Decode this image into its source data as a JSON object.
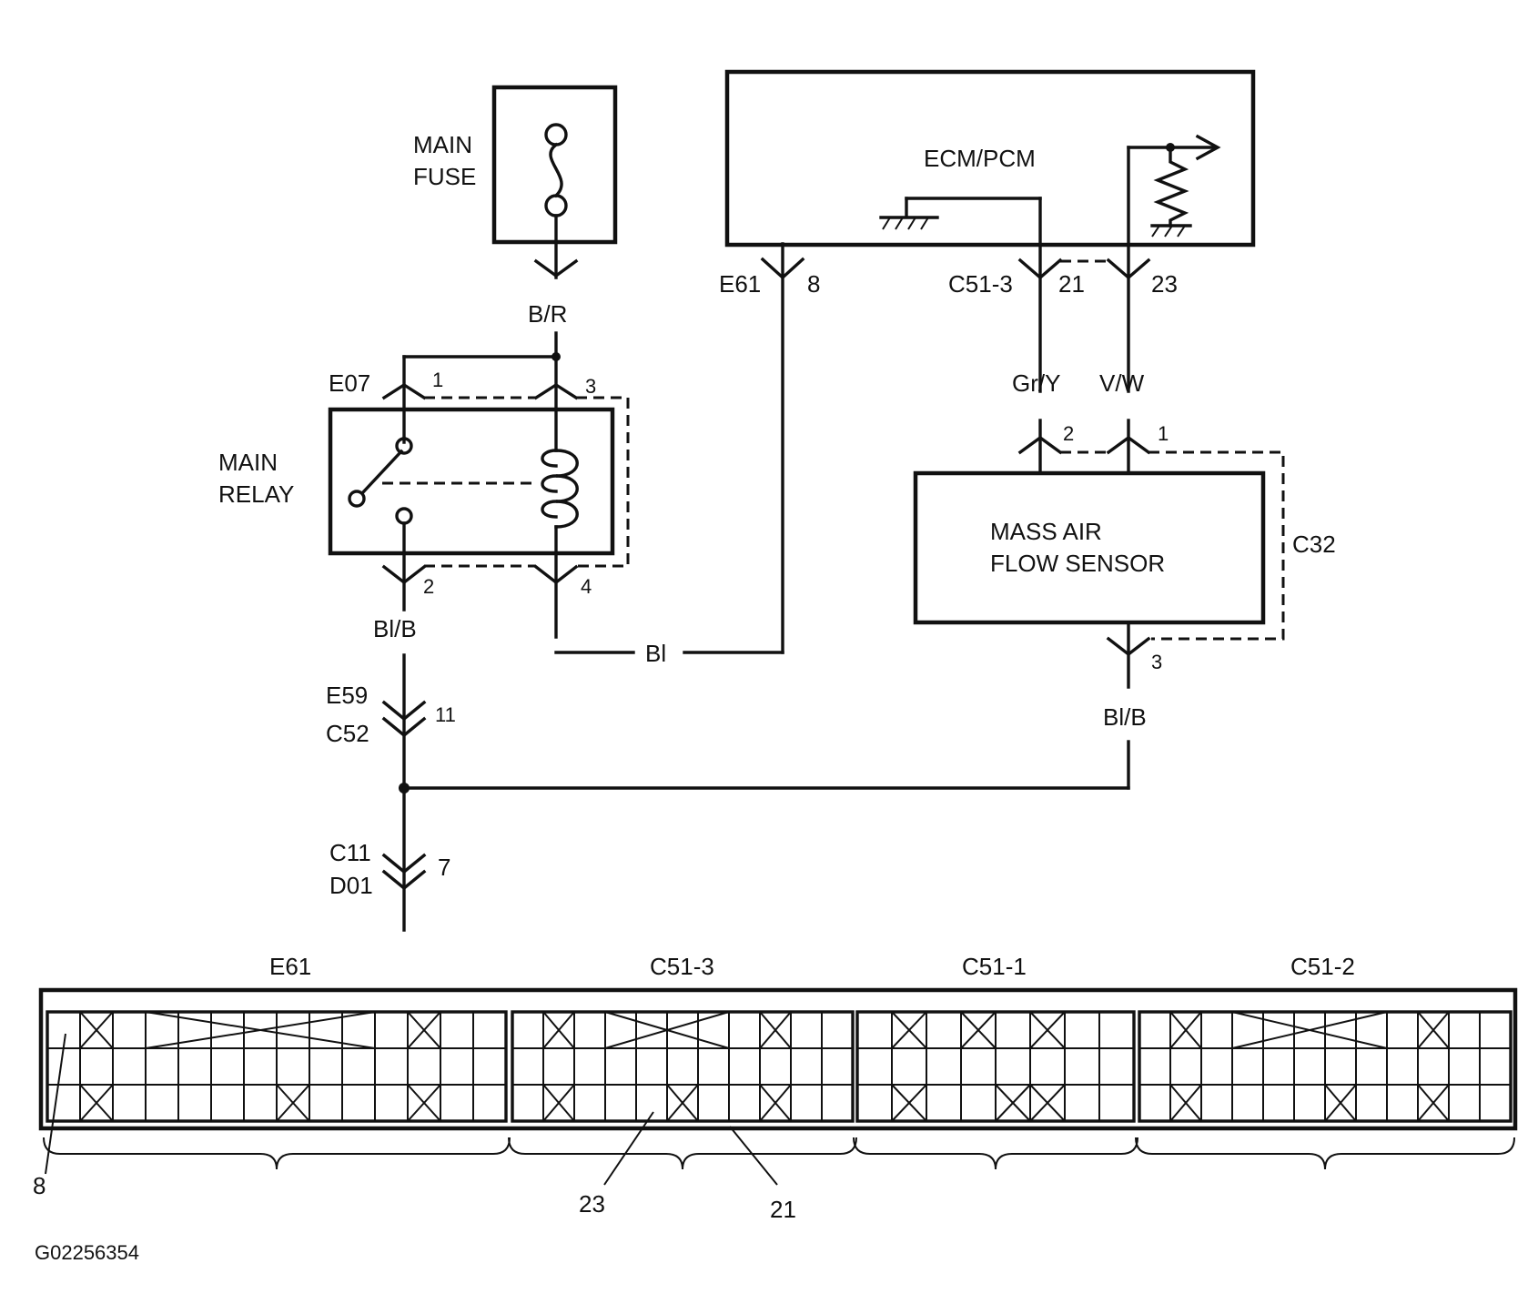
{
  "components": {
    "main_fuse": [
      "MAIN",
      "FUSE"
    ],
    "main_relay": [
      "MAIN",
      "RELAY"
    ],
    "ecm": "ECM/PCM",
    "maf": [
      "MASS AIR",
      "FLOW SENSOR"
    ]
  },
  "wires": {
    "br": "B/R",
    "bl_b_left": "Bl/B",
    "bl": "Bl",
    "gr_y": "Gr/Y",
    "v_w": "V/W",
    "bl_b_right": "Bl/B"
  },
  "connectors": {
    "e07": "E07",
    "e61": "E61",
    "c51_3": "C51-3",
    "c32": "C32",
    "e59": "E59",
    "c52": "C52",
    "c11": "C11",
    "d01": "D01"
  },
  "pins": {
    "relay_1": "1",
    "relay_3": "3",
    "relay_2": "2",
    "relay_4": "4",
    "ecm_8": "8",
    "ecm_21": "21",
    "ecm_23": "23",
    "maf_2": "2",
    "maf_1": "1",
    "maf_3": "3",
    "e59_11": "11",
    "c11_7": "7"
  },
  "connector_face": {
    "labels": [
      "E61",
      "C51-3",
      "C51-1",
      "C51-2"
    ],
    "callouts": [
      "8",
      "23",
      "21"
    ]
  },
  "figure_id": "G02256354"
}
